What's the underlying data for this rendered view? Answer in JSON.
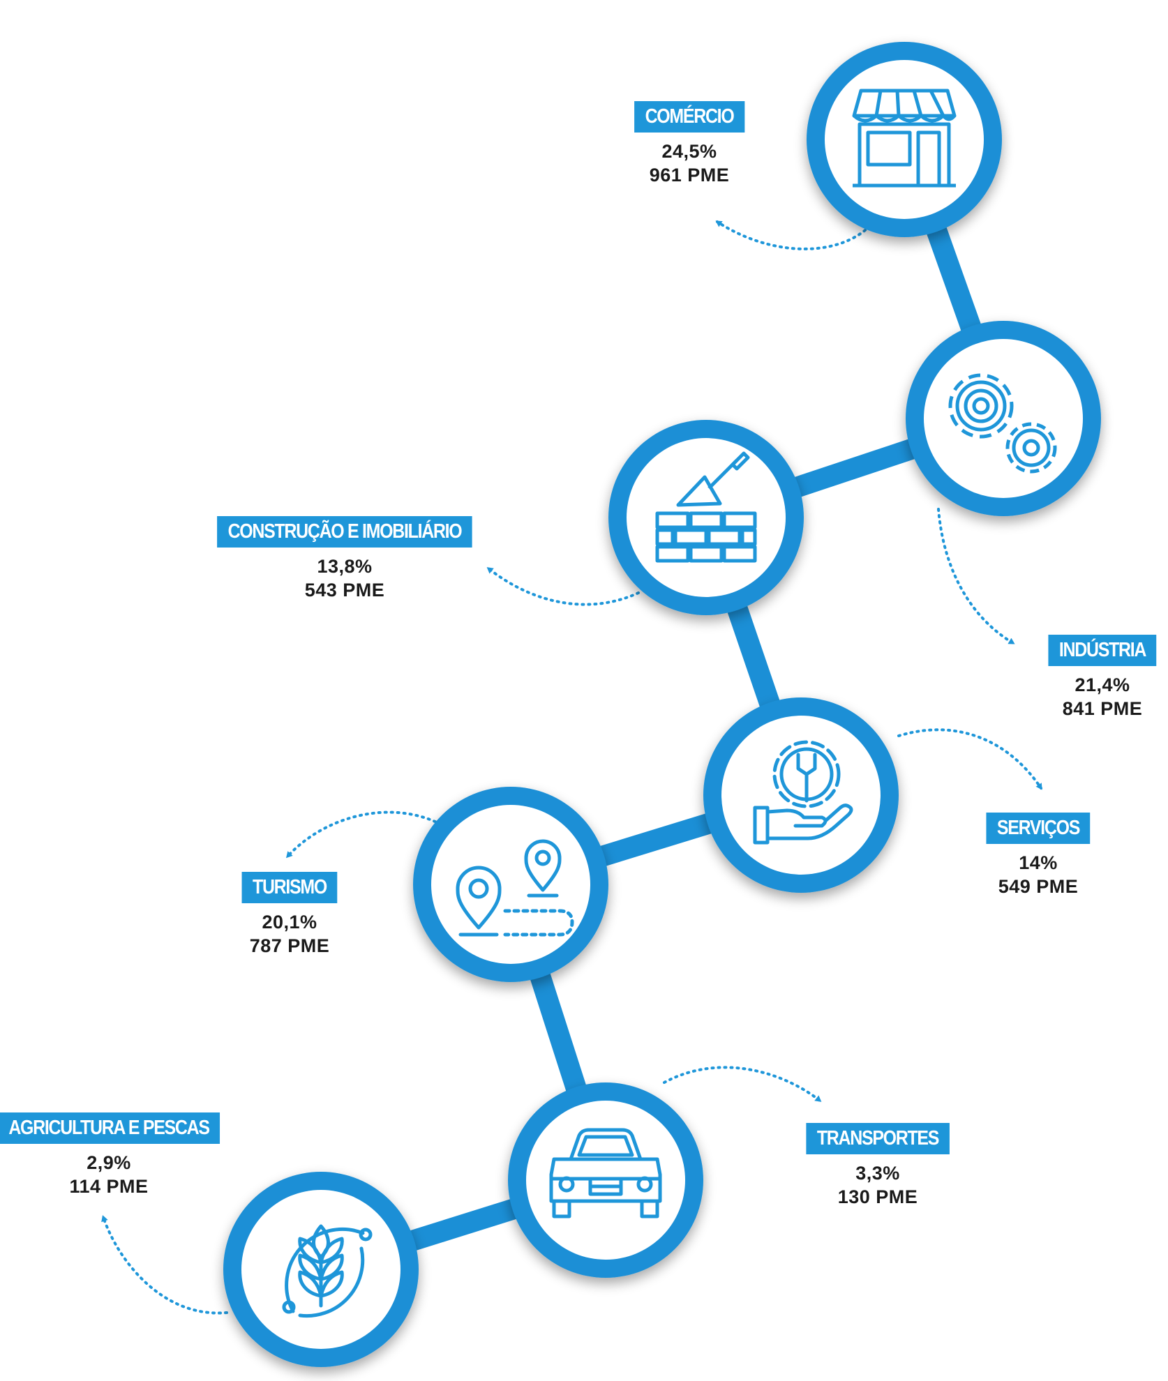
{
  "colors": {
    "accent": "#1e96d9",
    "ring": "#1b8fd6",
    "icon": "#1e96d9",
    "text": "#1a1a1a",
    "tag_text": "#ffffff"
  },
  "sectors": [
    {
      "label": "COMÉRCIO",
      "percent": "24,5%",
      "pme": "961 PME",
      "icon": "storefront-icon"
    },
    {
      "label": "INDÚSTRIA",
      "percent": "21,4%",
      "pme": "841 PME",
      "icon": "gears-icon"
    },
    {
      "label": "CONSTRUÇÃO E IMOBILIÁRIO",
      "percent": "13,8%",
      "pme": "543 PME",
      "icon": "brick-wall-trowel-icon"
    },
    {
      "label": "SERVIÇOS",
      "percent": "14%",
      "pme": "549 PME",
      "icon": "hand-gear-wrench-icon"
    },
    {
      "label": "TURISMO",
      "percent": "20,1%",
      "pme": "787 PME",
      "icon": "map-route-pins-icon"
    },
    {
      "label": "TRANSPORTES",
      "percent": "3,3%",
      "pme": "130 PME",
      "icon": "car-icon"
    },
    {
      "label": "AGRICULTURA E PESCAS",
      "percent": "2,9%",
      "pme": "114 PME",
      "icon": "wheat-cycle-icon"
    }
  ]
}
